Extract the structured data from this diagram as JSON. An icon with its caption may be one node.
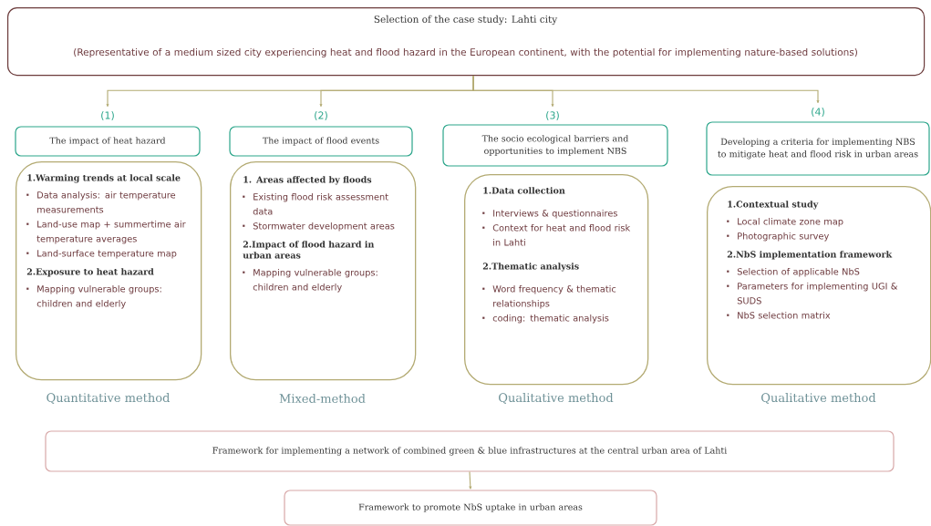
{
  "diagram": {
    "nodes": [
      {
        "text": [
          "Selection of the case study: Lahti city",
          "(Representative of a medium sized city experiencing heat and flood hazard in the European continent, with the potential for implementing nature-based solutions)"
        ]
      },
      {
        "text": [
          "The impact of heat hazard"
        ],
        "beside": [
          "(1)"
        ]
      },
      {
        "text": [
          "The impact of flood events"
        ],
        "beside": [
          "(2)"
        ]
      },
      {
        "text": [
          "The socio ecological barriers and opportunities to implement NBS"
        ],
        "beside": [
          "(3)"
        ]
      },
      {
        "text": [
          "Developing a criteria for implementing NBS to mitigate heat and flood risk in urban areas"
        ],
        "beside": [
          "(4)"
        ]
      },
      {
        "text": [
          "1.Warming trends at local scale",
          "Data analysis: air temperature measurements",
          "Land-use map + summertime air temperature averages",
          "Land-surface temperature map",
          "2.Exposure to heat hazard",
          "Mapping vulnerable groups: children and elderly"
        ],
        "beside": [
          "Quantitative method"
        ]
      },
      {
        "text": [
          "1. Areas affected by floods",
          "Existing flood risk assessment data",
          "Stormwater development areas",
          "2.Impact of flood hazard in urban areas",
          "Mapping vulnerable groups: children and elderly"
        ],
        "beside": [
          "Mixed-method"
        ]
      },
      {
        "text": [
          "1.Data collection",
          "Interviews & questionnaires",
          "Context for heat and flood risk in Lahti",
          "2.Thematic analysis",
          "Word frequency & thematic relationships",
          "coding: thematic analysis"
        ],
        "beside": [
          "Qualitative method"
        ]
      },
      {
        "text": [
          "1.Contextual study",
          "Local climate zone map",
          "Photographic survey",
          "2.NbS implementation framework",
          "Selection of applicable NbS",
          "Parameters for implementing UGI & SUDS",
          "NbS selection matrix"
        ],
        "beside": [
          "Qualitative method"
        ]
      },
      {
        "text": [
          "Framework for implementing a network of combined green & blue infrastructures at the central urban area of Lahti"
        ]
      },
      {
        "text": [
          "Framework to promote NbS uptake in urban areas"
        ]
      }
    ],
    "edges": [
      {
        "from": 0,
        "to": 1,
        "arrow": "to"
      },
      {
        "from": 0,
        "to": 2,
        "arrow": "to"
      },
      {
        "from": 0,
        "to": 3,
        "arrow": "to"
      },
      {
        "from": 0,
        "to": 4,
        "arrow": "to"
      },
      {
        "from": 9,
        "to": 10,
        "arrow": "to"
      }
    ]
  }
}
